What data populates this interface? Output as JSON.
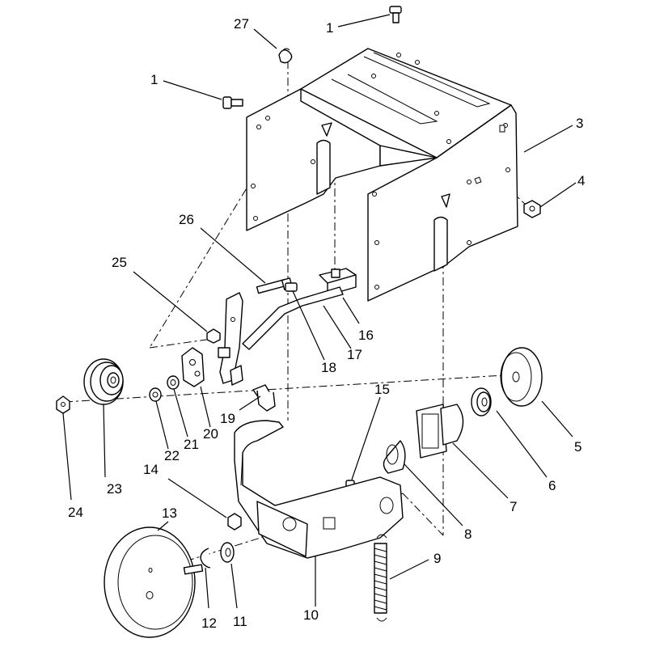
{
  "callouts": {
    "c1a": "1",
    "c1b": "1",
    "c2": "27",
    "c3": "3",
    "c4": "4",
    "c5": "5",
    "c6": "6",
    "c7": "7",
    "c8": "8",
    "c9": "9",
    "c10": "10",
    "c11": "11",
    "c12": "12",
    "c13": "13",
    "c14": "14",
    "c15": "15",
    "c16": "16",
    "c17": "17",
    "c18": "18",
    "c19": "19",
    "c20": "20",
    "c21": "21",
    "c22": "22",
    "c23": "23",
    "c24": "24",
    "c25": "25",
    "c26": "26"
  }
}
